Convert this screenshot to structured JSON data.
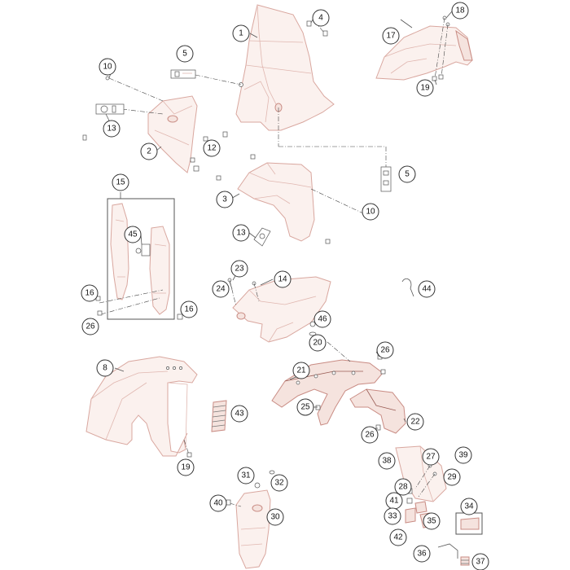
{
  "callouts": [
    {
      "id": "c1",
      "label": "1"
    },
    {
      "id": "c4",
      "label": "4"
    },
    {
      "id": "c5a",
      "label": "5"
    },
    {
      "id": "c10a",
      "label": "10"
    },
    {
      "id": "c13a",
      "label": "13"
    },
    {
      "id": "c2",
      "label": "2"
    },
    {
      "id": "c12",
      "label": "12"
    },
    {
      "id": "c5b",
      "label": "5"
    },
    {
      "id": "c3",
      "label": "3"
    },
    {
      "id": "c10b",
      "label": "10"
    },
    {
      "id": "c13b",
      "label": "13"
    },
    {
      "id": "c15",
      "label": "15"
    },
    {
      "id": "c45",
      "label": "45"
    },
    {
      "id": "c16a",
      "label": "16"
    },
    {
      "id": "c26a",
      "label": "26"
    },
    {
      "id": "c16b",
      "label": "16"
    },
    {
      "id": "c23",
      "label": "23"
    },
    {
      "id": "c24",
      "label": "24"
    },
    {
      "id": "c14",
      "label": "14"
    },
    {
      "id": "c44",
      "label": "44"
    },
    {
      "id": "c46",
      "label": "46"
    },
    {
      "id": "c20",
      "label": "20"
    },
    {
      "id": "c17",
      "label": "17"
    },
    {
      "id": "c18",
      "label": "18"
    },
    {
      "id": "c19a",
      "label": "19"
    },
    {
      "id": "c8",
      "label": "8"
    },
    {
      "id": "c43",
      "label": "43"
    },
    {
      "id": "c19b",
      "label": "19"
    },
    {
      "id": "c21",
      "label": "21"
    },
    {
      "id": "c26b",
      "label": "26"
    },
    {
      "id": "c25",
      "label": "25"
    },
    {
      "id": "c22",
      "label": "22"
    },
    {
      "id": "c26c",
      "label": "26"
    },
    {
      "id": "c38",
      "label": "38"
    },
    {
      "id": "c27",
      "label": "27"
    },
    {
      "id": "c39",
      "label": "39"
    },
    {
      "id": "c29",
      "label": "29"
    },
    {
      "id": "c28",
      "label": "28"
    },
    {
      "id": "c41",
      "label": "41"
    },
    {
      "id": "c33",
      "label": "33"
    },
    {
      "id": "c34",
      "label": "34"
    },
    {
      "id": "c35",
      "label": "35"
    },
    {
      "id": "c42",
      "label": "42"
    },
    {
      "id": "c36",
      "label": "36"
    },
    {
      "id": "c37",
      "label": "37"
    },
    {
      "id": "c31",
      "label": "31"
    },
    {
      "id": "c32",
      "label": "32"
    },
    {
      "id": "c40",
      "label": "40"
    },
    {
      "id": "c30",
      "label": "30"
    }
  ]
}
